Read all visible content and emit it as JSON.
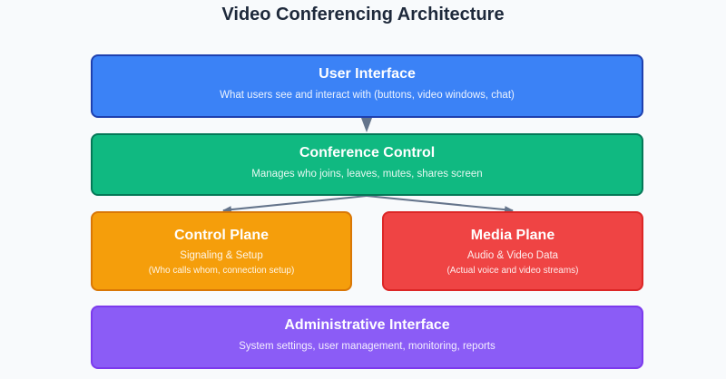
{
  "title": "Video Conferencing Architecture",
  "colors": {
    "background": "#f8fafc",
    "title": "#1e293b",
    "arrow": "#64748b",
    "user_interface": "#3b82f6",
    "conference_control": "#10b981",
    "control_plane": "#f59e0b",
    "media_plane": "#ef4444",
    "administrative_interface": "#8b5cf6"
  },
  "nodes": {
    "user_interface": {
      "title": "User Interface",
      "description": "What users see and interact with (buttons, video windows, chat)"
    },
    "conference_control": {
      "title": "Conference Control",
      "description": "Manages who joins, leaves, mutes, shares screen"
    },
    "control_plane": {
      "title": "Control Plane",
      "subtitle": "Signaling & Setup",
      "description": "(Who calls whom, connection setup)"
    },
    "media_plane": {
      "title": "Media Plane",
      "subtitle": "Audio & Video Data",
      "description": "(Actual voice and video streams)"
    },
    "administrative_interface": {
      "title": "Administrative Interface",
      "description": "System settings, user management, monitoring, reports"
    }
  },
  "edges": [
    {
      "from": "user_interface",
      "to": "conference_control"
    },
    {
      "from": "conference_control",
      "to": "control_plane"
    },
    {
      "from": "conference_control",
      "to": "media_plane"
    }
  ]
}
